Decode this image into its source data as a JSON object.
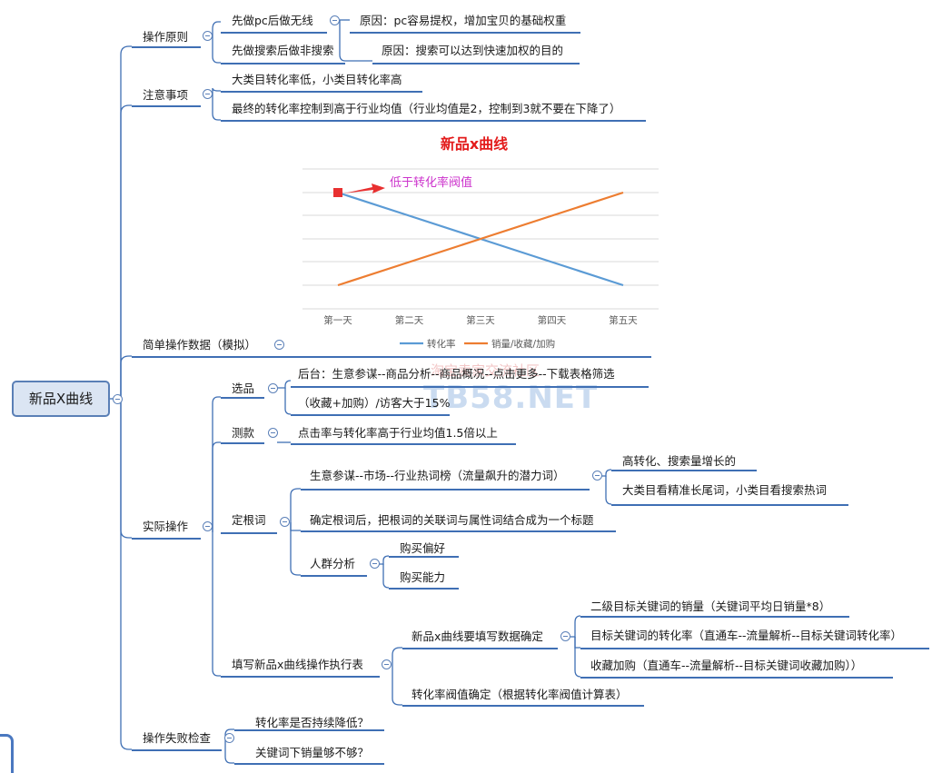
{
  "root": {
    "label": "新品X曲线"
  },
  "branches": {
    "principles": {
      "label": "操作原则",
      "items": [
        {
          "label": "先做pc后做无线",
          "reason": "原因：pc容易提权，增加宝贝的基础权重"
        },
        {
          "label": "先做搜索后做非搜索",
          "reason": "原因：搜索可以达到快速加权的目的"
        }
      ]
    },
    "notes": {
      "label": "注意事项",
      "items": [
        "大类目转化率低，小类目转化率高",
        "最终的转化率控制到高于行业均值（行业均值是2，控制到3就不要在下降了）"
      ]
    },
    "simple_data": {
      "label": "简单操作数据（模拟）"
    },
    "actual": {
      "label": "实际操作",
      "select": {
        "label": "选品",
        "items": [
          "后台：生意参谋--商品分析--商品概况--点击更多--下载表格筛选",
          "（收藏+加购）/访客大于15%"
        ]
      },
      "test": {
        "label": "测款",
        "items": [
          "点击率与转化率高于行业均值1.5倍以上"
        ]
      },
      "root_word": {
        "label": "定根词",
        "market": {
          "label": "生意参谋--市场--行业热词榜（流量飙升的潜力词）",
          "items": [
            "高转化、搜索量增长的",
            "大类目看精准长尾词，小类目看搜索热词"
          ]
        },
        "combine": "确定根词后，把根词的关联词与属性词结合成为一个标题",
        "crowd": {
          "label": "人群分析",
          "items": [
            "购买偏好",
            "购买能力"
          ]
        }
      },
      "fill": {
        "label": "填写新品x曲线操作执行表",
        "data_confirm": {
          "label": "新品x曲线要填写数据确定",
          "items": [
            "二级目标关键词的销量（关键词平均日销量*8）",
            "目标关键词的转化率（直通车--流量解析--目标关键词转化率）",
            "收藏加购（直通车--流量解析--目标关键词收藏加购））"
          ]
        },
        "threshold": "转化率阀值确定（根据转化率阀值计算表）"
      }
    },
    "failure": {
      "label": "操作失败检查",
      "items": [
        "转化率是否持续降低？",
        "关键词下销量够不够？"
      ]
    }
  },
  "watermark": {
    "main": "TB58.NET",
    "sub": "淘宝卖家交流社区"
  },
  "chart_data": {
    "type": "line",
    "title": "新品x曲线",
    "categories": [
      "第一天",
      "第二天",
      "第三天",
      "第四天",
      "第五天"
    ],
    "series": [
      {
        "name": "转化率",
        "values": [
          4,
          3,
          2,
          1,
          0
        ],
        "color": "#5b9bd5"
      },
      {
        "name": "销量/收藏/加购",
        "values": [
          0,
          1,
          2,
          3,
          4
        ],
        "color": "#ed7d31"
      }
    ],
    "ylim": [
      0,
      4
    ],
    "grid": true,
    "legend": "bottom",
    "annotation": {
      "text": "低于转化率阀值",
      "color": "#cc33cc",
      "arrow_color": "#e83030"
    },
    "colors": {
      "title": "#e31b1b"
    }
  },
  "colors": {
    "line": "#3f6fb4",
    "root_fill": "#dbe5f3",
    "root_border": "#5a7fb6"
  }
}
